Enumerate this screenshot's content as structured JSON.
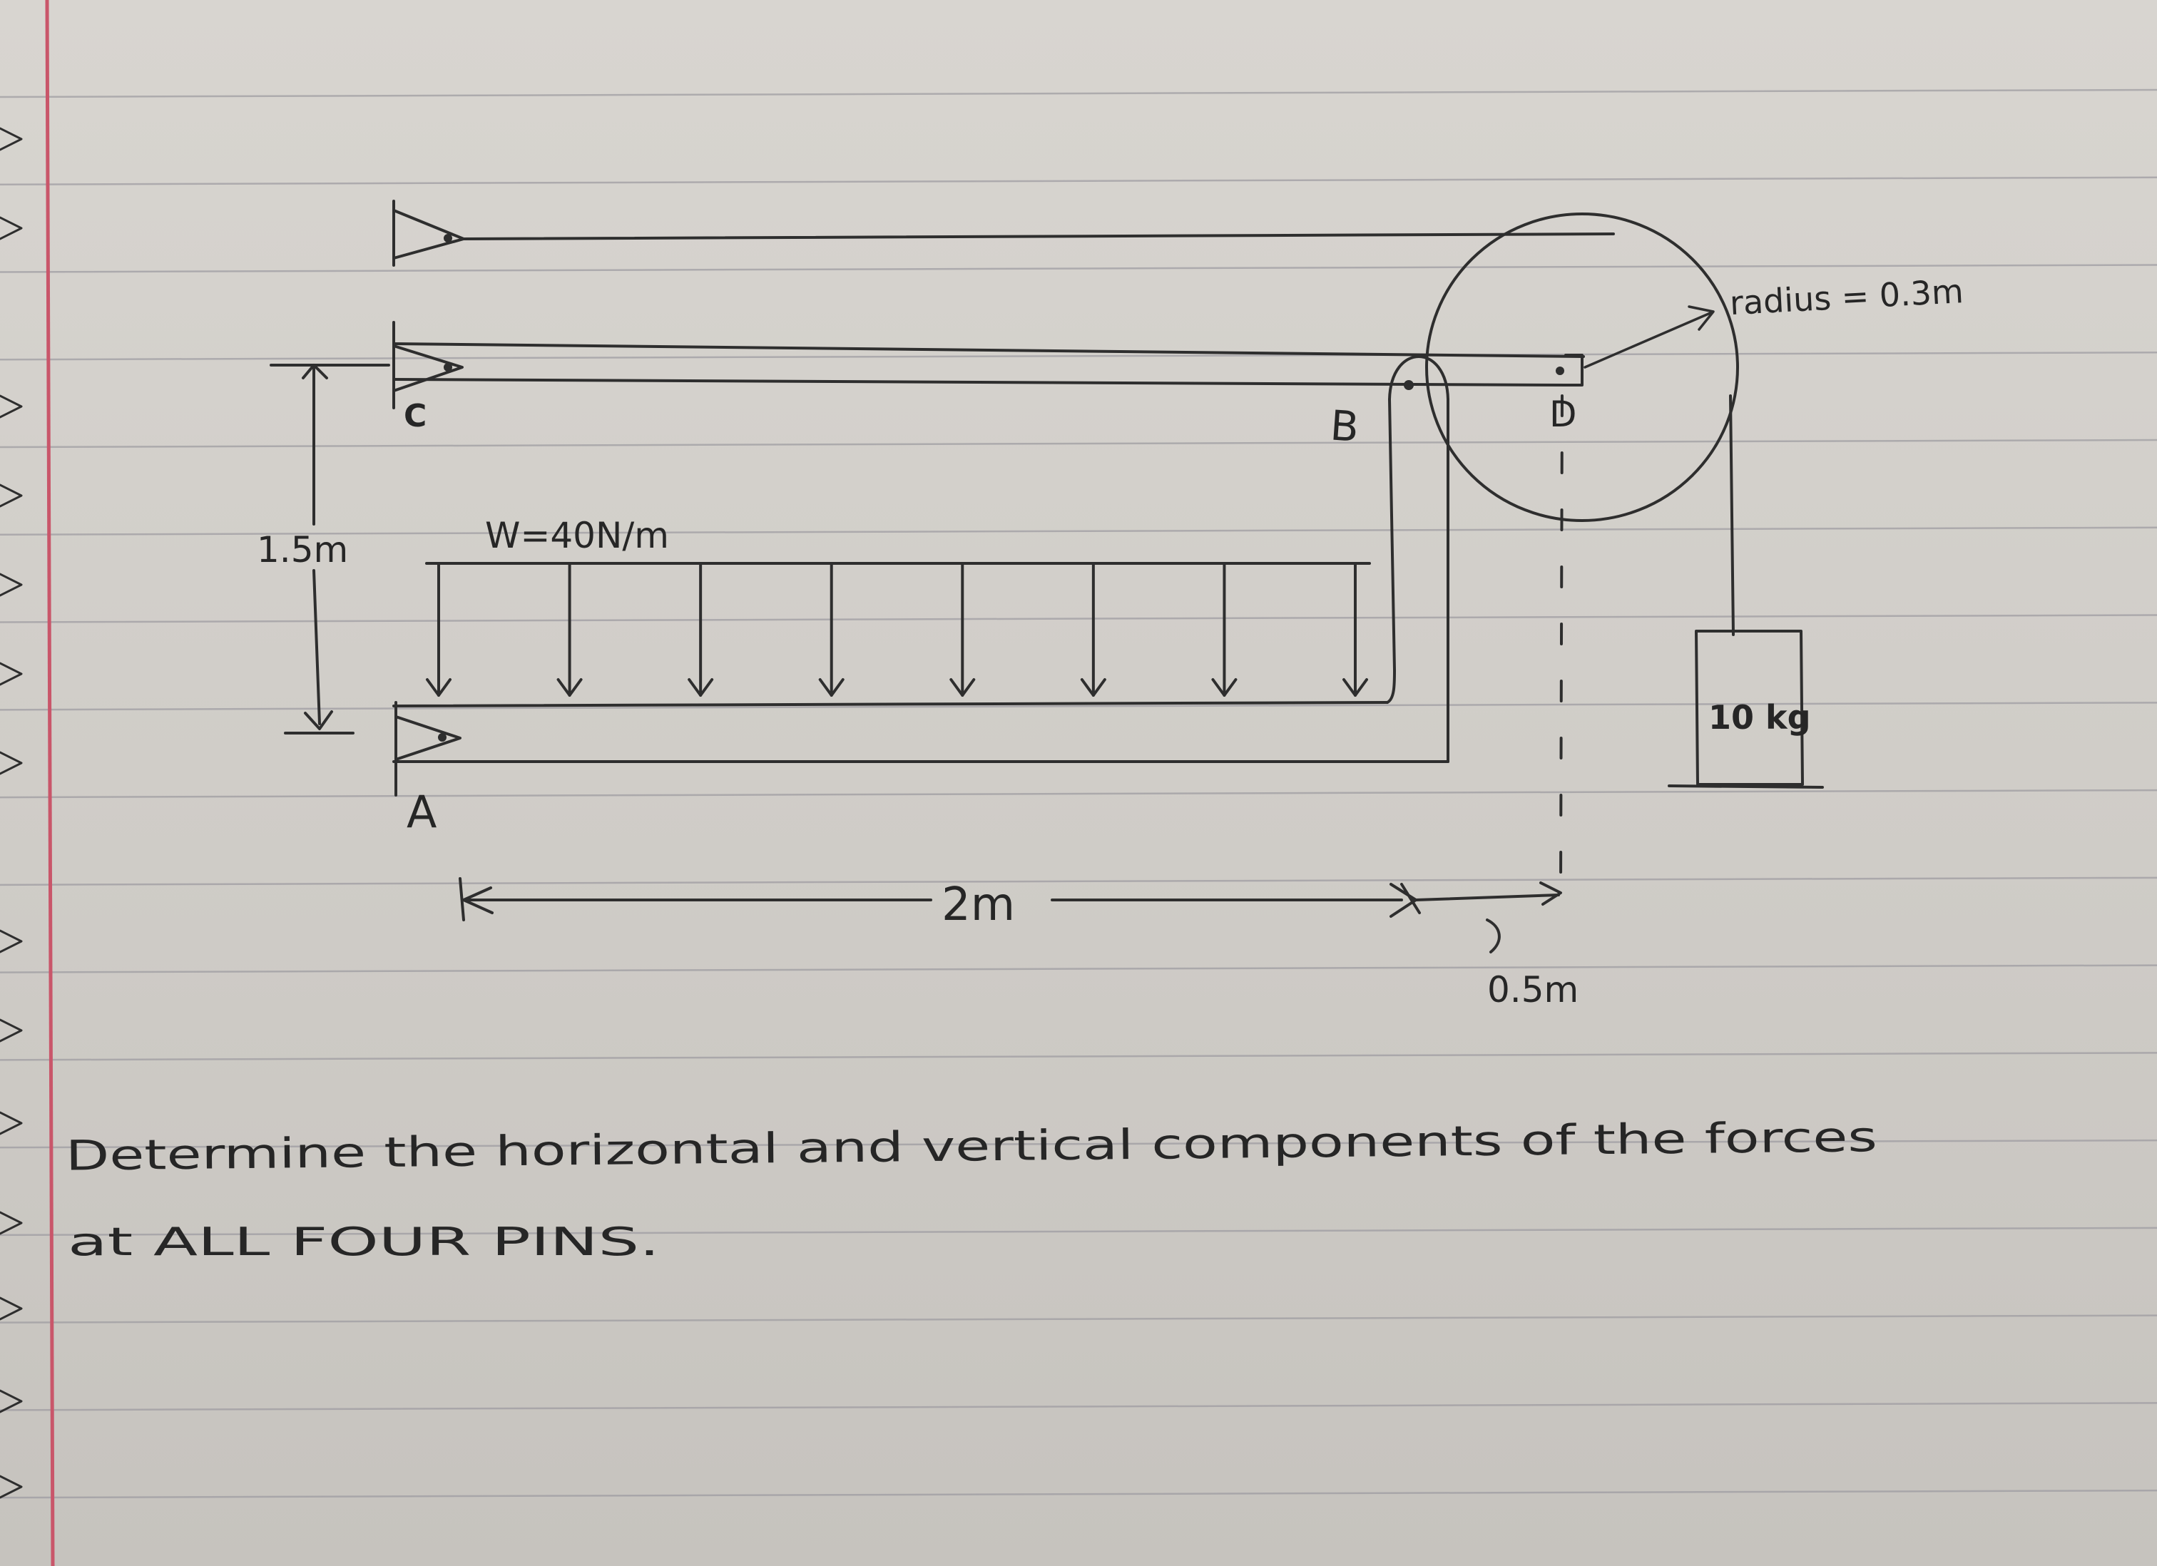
{
  "diagram": {
    "labels": {
      "pin_c": "C",
      "pin_a": "A",
      "pin_b": "B",
      "pin_d": "D",
      "height_dim": "1.5m",
      "load": "W=40N/m",
      "radius": "radius = 0.3m",
      "mass": "10 kg",
      "span_dim": "2m",
      "offset_dim": "0.5m"
    },
    "load_arrow_count": 8
  },
  "question": {
    "line1": "Determine the horizontal and vertical components of the forces",
    "line2": "at ALL FOUR PINS."
  },
  "colors": {
    "paper": "#d3d0cb",
    "rule_lines": "#9c9aa0",
    "margin_line": "#c9566a",
    "ink": "#2e2e2e"
  }
}
